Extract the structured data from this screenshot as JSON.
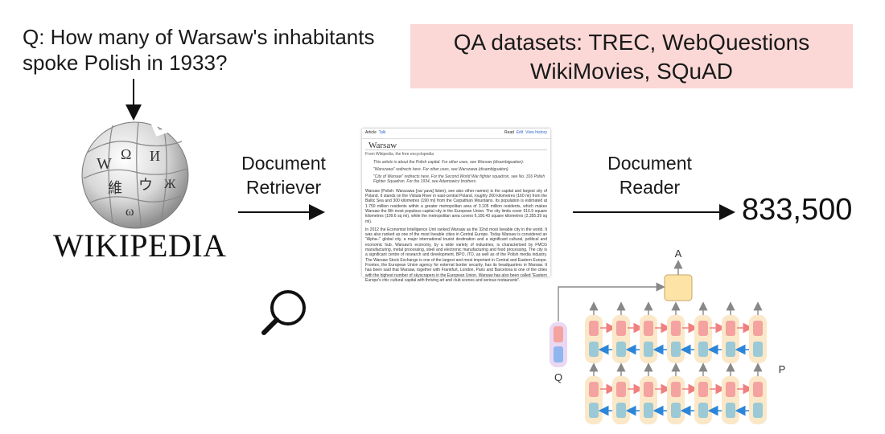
{
  "question": {
    "line1": "Q:  How many of Warsaw's inhabitants",
    "line2": "spoke Polish in 1933?"
  },
  "datasets": {
    "line1": "QA datasets: TREC, WebQuestions",
    "line2": "WikiMovies, SQuAD",
    "color": "#fbd8d6"
  },
  "wikipedia": {
    "wordmark": "WIKIPEDIA",
    "globe_glyphs": [
      "W",
      "Ω",
      "И",
      "維",
      "ウ",
      "Ж",
      "ω"
    ]
  },
  "retriever": {
    "line1": "Document",
    "line2": "Retriever"
  },
  "reader": {
    "line1": "Document",
    "line2": "Reader"
  },
  "answer": "833,500",
  "document": {
    "tabs_left": [
      "Article",
      "Talk"
    ],
    "tabs_right": [
      "Read",
      "Edit",
      "View history"
    ],
    "title": "Warsaw",
    "subtitle": "From Wikipedia, the free encyclopedia",
    "hatnotes": [
      "This article is about the Polish capital. For other uses, see Warsaw (disambiguation).",
      "\"Warszawa\" redirects here. For other uses, see Warszawa (disambiguation).",
      "\"City of Warsaw\" redirects here. For the Second World War fighter squadron, see No. 316 Polish Fighter Squadron. For the 1934, see Adamowicz brothers."
    ],
    "para1": "Warsaw (Polish: Warszawa [varˈʂava] listen), see also other names) is the capital and largest city of Poland. It stands on the Vistula River in east-central Poland, roughly 260 kilometres (160 mi) from the Baltic Sea and 300 kilometres (190 mi) from the Carpathian Mountains. Its population is estimated at 1.750 million residents within a greater metropolitan area of 3.105 million residents, which makes Warsaw the 8th most populous capital city in the European Union. The city limits cover 516.9 square kilometres (199.6 sq mi), while the metropolitan area covers 6,100.43 square kilometres (2,355.39 sq mi).",
    "para2": "In 2012 the Economist Intelligence Unit ranked Warsaw as the 32nd most liveable city in the world. It was also ranked as one of the most liveable cities in Central Europe. Today Warsaw is considered an \"Alpha–\" global city, a major international tourist destination and a significant cultural, political and economic hub. Warsaw's economy, by a wide variety of industries, is characterised by FMCG manufacturing, metal processing, steel and electronic manufacturing and food processing. The city is a significant centre of research and development, BPO, ITO, as well as of the Polish media industry. The Warsaw Stock Exchange is one of the largest and most important in Central and Eastern Europe. Frontex, the European Union agency for external border security, has its headquarters in Warsaw. It has been said that Warsaw, together with Frankfurt, London, Paris and Barcelona is one of the cities with the highest number of skyscrapers in the European Union. Warsaw has also been called \"Eastern Europe's chic cultural capital with thriving art and club scenes and serious restaurants\"."
  },
  "reader_model": {
    "label_answer": "A",
    "label_question": "Q",
    "label_passage": "P",
    "columns": 7,
    "colors": {
      "pink": "#f4a3a0",
      "blue": "#9cc9d6",
      "cell_bg": "#fbe8c8",
      "q_bg": "#ead7f1",
      "q_bottom": "#8fb6ee",
      "answer_box": "#fde3a6",
      "fwd_arrow": "#f08080",
      "bwd_arrow": "#2b86d9"
    }
  }
}
